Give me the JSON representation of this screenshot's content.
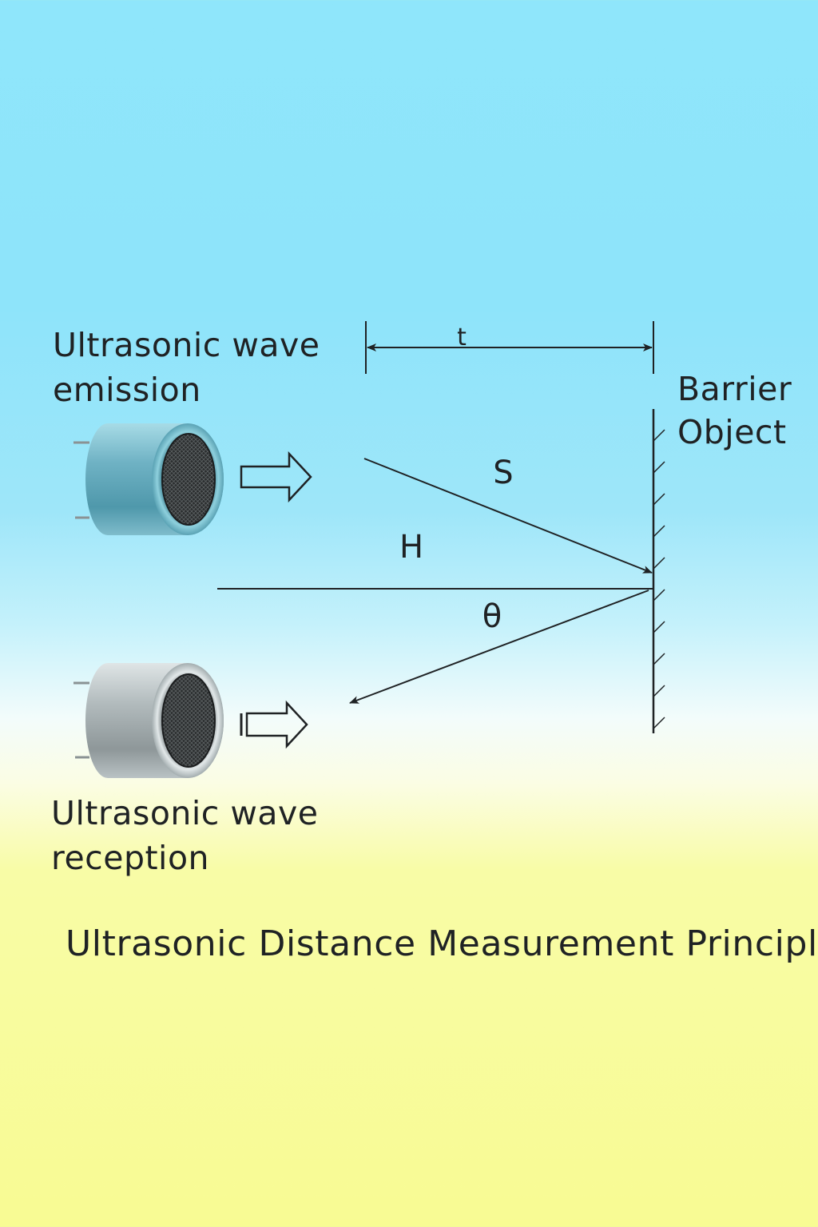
{
  "labels": {
    "emission": "Ultrasonic wave\nemission",
    "reception": "Ultrasonic wave\nreception",
    "barrier": "Barrier\nObject",
    "title": "Ultrasonic Distance Measurement Principle"
  },
  "variables": {
    "time": "t",
    "path": "S",
    "distance": "H",
    "angle": "θ"
  },
  "colors": {
    "sky": "#8fe6fb",
    "sun": "#f8fb93",
    "ink": "#1f2224",
    "transmitter_body": "#6fb2c4",
    "receiver_body": "#a9b2b4"
  },
  "icons": {
    "transmitter": "ultrasonic-transmitter-icon",
    "receiver": "ultrasonic-receiver-icon",
    "emit_arrow": "hollow-arrow-right-icon",
    "receive_arrow": "hollow-arrow-right-icon"
  }
}
